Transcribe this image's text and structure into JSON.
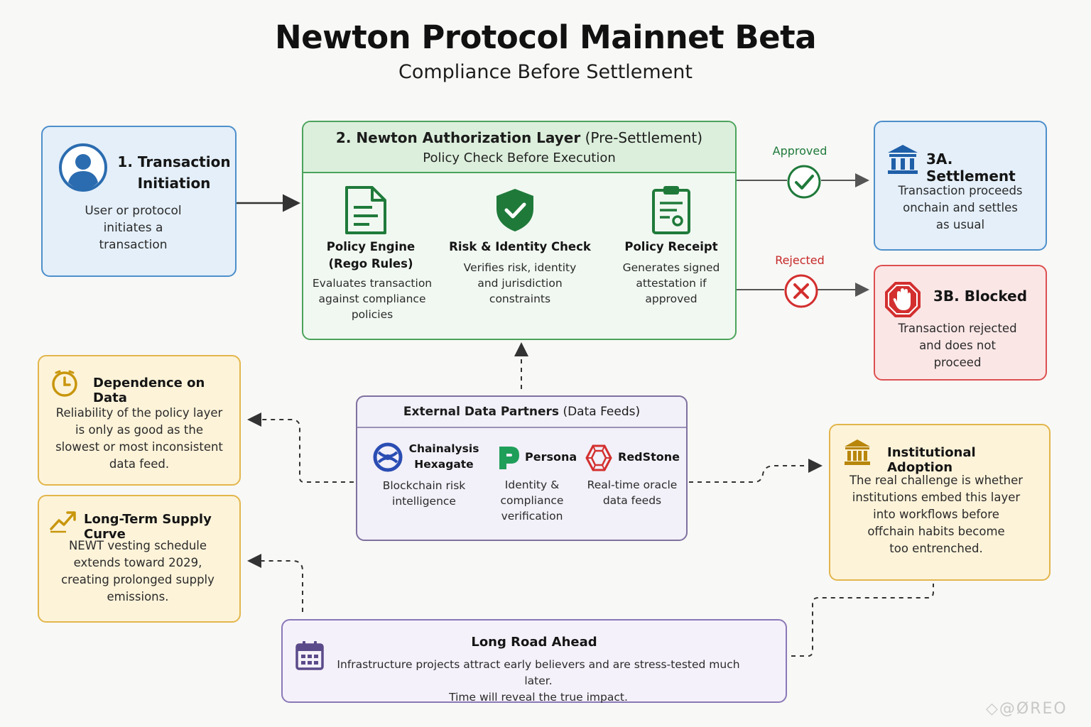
{
  "title": "Newton Protocol Mainnet Beta",
  "subtitle": "Compliance Before Settlement",
  "initiation": {
    "heading_line1": "1. Transaction",
    "heading_line2": "Initiation",
    "desc_line1": "User or protocol",
    "desc_line2": "initiates a",
    "desc_line3": "transaction",
    "icon": "user-icon"
  },
  "auth_layer": {
    "heading_bold": "2. Newton Authorization Layer",
    "heading_paren": " (Pre-Settlement)",
    "subheading": "Policy Check Before Execution",
    "steps": [
      {
        "title_line1": "Policy Engine",
        "title_line2": "(Rego Rules)",
        "desc_line1": "Evaluates transaction",
        "desc_line2": "against compliance",
        "desc_line3": "policies",
        "icon": "document-icon"
      },
      {
        "title_line1": "Risk & Identity Check",
        "title_line2": "",
        "desc_line1": "Verifies risk, identity",
        "desc_line2": "and jurisdiction",
        "desc_line3": "constraints",
        "icon": "shield-check-icon"
      },
      {
        "title_line1": "Policy Receipt",
        "title_line2": "",
        "desc_line1": "Generates signed",
        "desc_line2": "attestation if",
        "desc_line3": "approved",
        "icon": "clipboard-receipt-icon"
      }
    ]
  },
  "approved_label": "Approved",
  "rejected_label": "Rejected",
  "settlement": {
    "heading": "3A. Settlement",
    "desc_line1": "Transaction proceeds",
    "desc_line2": "onchain and settles",
    "desc_line3": "as usual",
    "icon": "bank-icon"
  },
  "blocked": {
    "heading": "3B. Blocked",
    "desc_line1": "Transaction rejected",
    "desc_line2": "and does not",
    "desc_line3": "proceed",
    "icon": "stop-hand-icon"
  },
  "dependence": {
    "heading": "Dependence on Data",
    "desc_line1": "Reliability of the policy layer",
    "desc_line2": "is only as good as the",
    "desc_line3": "slowest or most inconsistent",
    "desc_line4": "data feed.",
    "icon": "clock-icon"
  },
  "supply": {
    "heading": "Long-Term Supply Curve",
    "desc_line1": "NEWT vesting schedule",
    "desc_line2": "extends toward 2029,",
    "desc_line3": "creating prolonged supply",
    "desc_line4": "emissions.",
    "icon": "trend-up-icon"
  },
  "partners": {
    "heading_bold": "External Data Partners",
    "heading_paren": " (Data Feeds)",
    "items": [
      {
        "name_line1": "Chainalysis",
        "name_line2": "Hexagate",
        "desc_line1": "Blockchain risk",
        "desc_line2": "intelligence",
        "desc_line3": "",
        "icon": "chainalysis-logo"
      },
      {
        "name_line1": "Persona",
        "name_line2": "",
        "desc_line1": "Identity &",
        "desc_line2": "compliance",
        "desc_line3": "verification",
        "icon": "persona-logo"
      },
      {
        "name_line1": "RedStone",
        "name_line2": "",
        "desc_line1": "Real-time oracle",
        "desc_line2": "data feeds",
        "desc_line3": "",
        "icon": "redstone-logo"
      }
    ]
  },
  "adoption": {
    "heading": "Institutional Adoption",
    "desc_line1": "The real challenge is whether",
    "desc_line2": "institutions embed this layer",
    "desc_line3": "into workflows before",
    "desc_line4": "offchain habits become",
    "desc_line5": "too entrenched.",
    "icon": "institution-icon"
  },
  "road": {
    "heading": "Long Road Ahead",
    "desc_line1": "Infrastructure projects attract early believers and are stress-tested much later.",
    "desc_line2": "Time will reveal the true impact.",
    "icon": "calendar-icon"
  },
  "watermark": "@ØREO",
  "colors": {
    "green": "#1f7a3a",
    "red": "#d32f2f",
    "blue": "#2b6cb0",
    "gold": "#b8860b",
    "purple": "#5b4a8a"
  }
}
